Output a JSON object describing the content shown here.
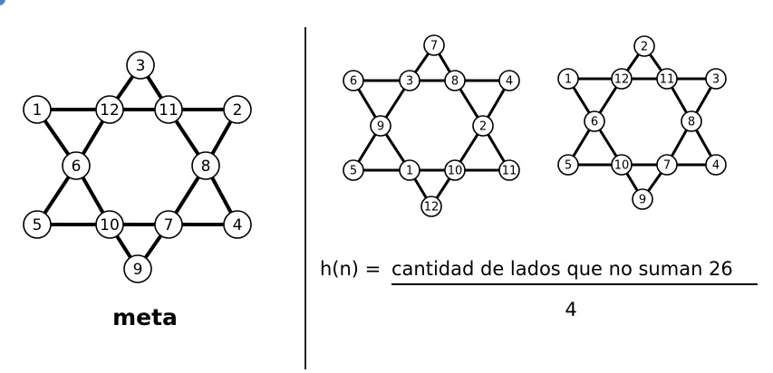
{
  "goal": {
    "label": "meta",
    "nodes": [
      "1",
      "12",
      "11",
      "2",
      "3",
      "6",
      "8",
      "5",
      "10",
      "7",
      "4",
      "9"
    ]
  },
  "star_a": {
    "nodes": [
      "6",
      "3",
      "8",
      "4",
      "7",
      "9",
      "2",
      "5",
      "1",
      "10",
      "11",
      "12"
    ]
  },
  "star_b": {
    "nodes": [
      "1",
      "12",
      "11",
      "3",
      "2",
      "6",
      "8",
      "5",
      "10",
      "7",
      "4",
      "9"
    ]
  },
  "formula": {
    "lhs": "h(n) =",
    "numerator": "cantidad de lados que no suman 26",
    "denominator": "4"
  },
  "colors": {
    "stroke": "#000000",
    "node_fill": "#ffffff",
    "corner_dot": "#4a7fd6"
  }
}
